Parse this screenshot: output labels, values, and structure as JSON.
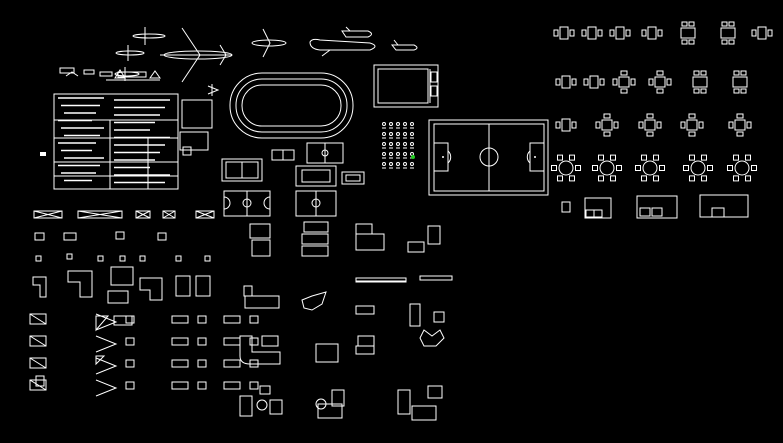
{
  "drawing": {
    "background_color": "#000000",
    "stroke_color": "#ffffff",
    "highlight_color": "#22cc22",
    "groups": [
      "airplane-blocks",
      "title-block-sheet",
      "running-track",
      "tennis-court",
      "soccer-field",
      "basketball-courts",
      "furniture-blocks",
      "dining-table-sets",
      "window-door-symbols",
      "people-symbols"
    ]
  }
}
